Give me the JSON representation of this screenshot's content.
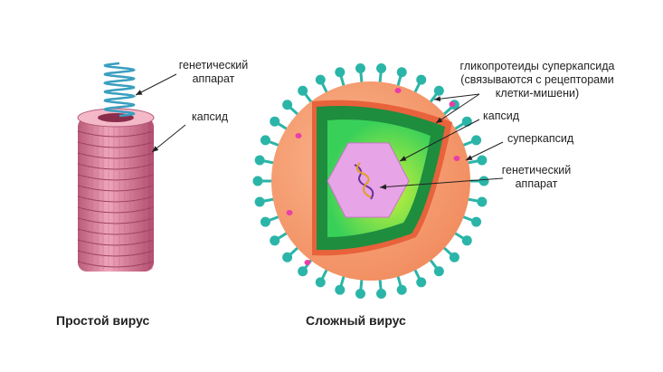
{
  "simple_virus": {
    "caption": "Простой вирус",
    "labels": {
      "genetic_line1": "генетический",
      "genetic_line2": "аппарат",
      "capsid": "капсид"
    }
  },
  "complex_virus": {
    "caption": "Сложный вирус",
    "labels": {
      "glyco_line1": "гликопротеиды суперкапсида",
      "glyco_line2": "(связываются с рецепторами",
      "glyco_line3": "клетки-мишени)",
      "capsid": "капсид",
      "supercapsid": "суперкапсид",
      "genetic_line1": "генетический",
      "genetic_line2": "аппарат"
    }
  },
  "colors": {
    "capsid_pink": "#d9809a",
    "envelope": "#f59a6e",
    "spike": "#2bb5a8",
    "green": "#22a24a",
    "hexagon": "#e39be0"
  }
}
